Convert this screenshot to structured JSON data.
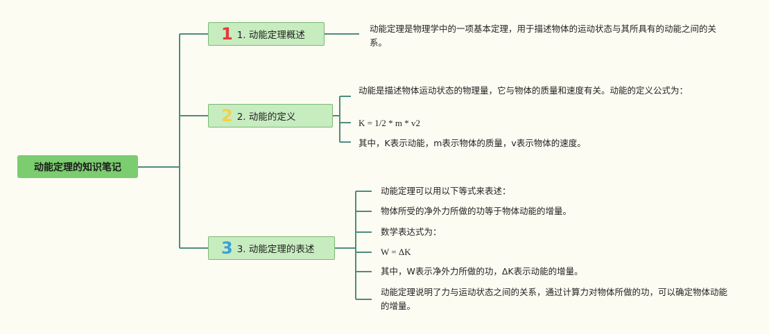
{
  "root": {
    "label": "动能定理的知识笔记"
  },
  "branches": [
    {
      "number": "1",
      "label": "1. 动能定理概述",
      "color": "#e03b3b",
      "leaves": [
        "动能定理是物理学中的一项基本定理，用于描述物体的运动状态与其所具有的动能之间的关系。"
      ]
    },
    {
      "number": "2",
      "label": "2. 动能的定义",
      "color": "#f2d04a",
      "leaves": [
        "动能是描述物体运动状态的物理量，它与物体的质量和速度有关。动能的定义公式为：",
        "K = 1/2 * m * v2",
        "其中，K表示动能，m表示物体的质量，v表示物体的速度。"
      ]
    },
    {
      "number": "3",
      "label": "3. 动能定理的表述",
      "color": "#3aa0d8",
      "leaves": [
        "动能定理可以用以下等式来表述：",
        "物体所受的净外力所做的功等于物体动能的增量。",
        "数学表达式为：",
        "W = ΔK",
        "其中，W表示净外力所做的功，ΔK表示动能的增量。",
        "动能定理说明了力与运动状态之间的关系，通过计算力对物体所做的功，可以确定物体动能的增量。"
      ]
    }
  ],
  "colors": {
    "line": "#4d8a80",
    "root_fill": "#7ccc70",
    "branch_fill": "#c7ecc0"
  }
}
